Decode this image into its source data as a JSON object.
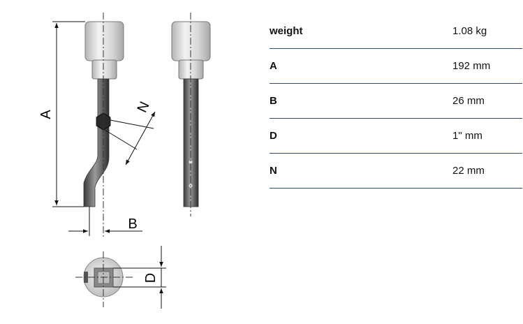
{
  "drawing": {
    "dim_A": "A",
    "dim_N": "N",
    "dim_B": "B",
    "dim_D": "D"
  },
  "specs": [
    {
      "label": "weight",
      "value": "1.08 kg"
    },
    {
      "label": "A",
      "value": "192 mm"
    },
    {
      "label": "B",
      "value": "26 mm"
    },
    {
      "label": "D",
      "value": "1\" mm"
    },
    {
      "label": "N",
      "value": "22 mm"
    }
  ]
}
